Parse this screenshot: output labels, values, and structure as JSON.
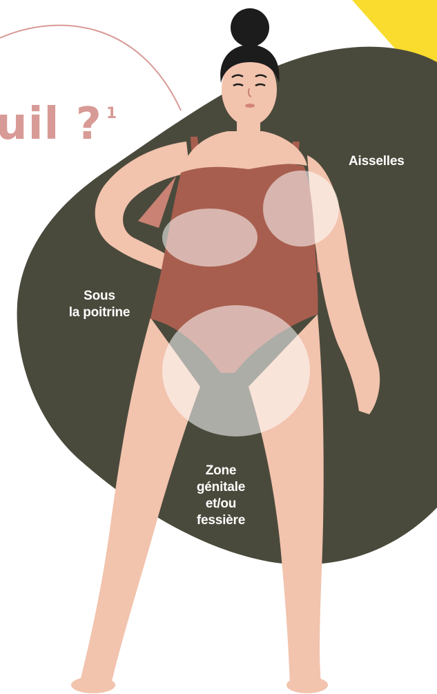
{
  "title": {
    "text": "uil ?",
    "footnote": "1"
  },
  "labels": {
    "aisselles": "Aisselles",
    "sous_line1": "Sous",
    "sous_line2": "la poitrine",
    "zone_line1": "Zone",
    "zone_line2": "génitale",
    "zone_line3": "et/ou",
    "zone_line4": "fessière"
  },
  "colors": {
    "blob": "#4a4a3c",
    "accent_yellow": "#f9dc2d",
    "title_pink": "#d89a96",
    "skin": "#f2c3ad",
    "swimsuit": "#a85e4e",
    "hair": "#1c1c1c",
    "highlight": "#ffffff"
  }
}
